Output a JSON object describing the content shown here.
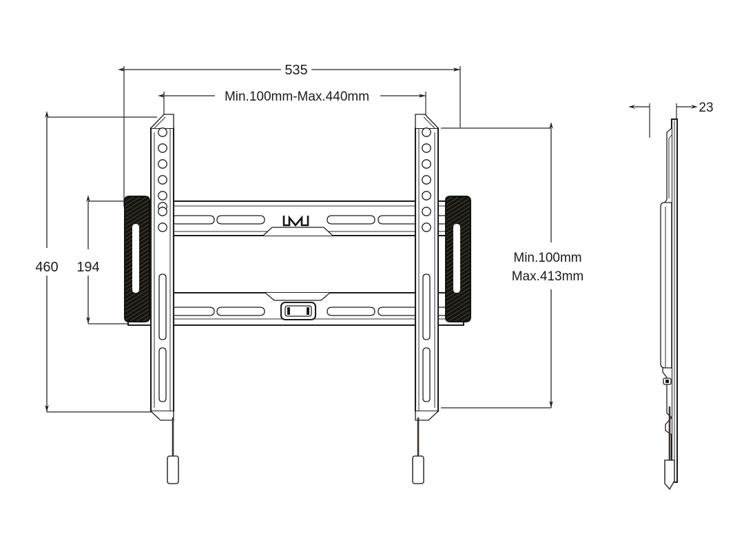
{
  "drawing": {
    "title": "TV Wall Mount Bracket Technical Drawing",
    "units": "mm",
    "background_color": "#ffffff",
    "line_color": "#1b1b1b",
    "pad_color": "#111111"
  },
  "dimensions": {
    "overall_width": "535",
    "vesa_horizontal": "Min.100mm-Max.440mm",
    "overall_height": "460",
    "rail_spacing": "194",
    "vesa_vertical_line1": "Min.100mm",
    "vesa_vertical_line2": "Max.413mm",
    "depth": "23"
  },
  "views": {
    "front": {
      "name": "front-view",
      "arms": 2,
      "hole_count_per_arm": 9,
      "rails": 2
    },
    "side": {
      "name": "side-view",
      "depth_label": "23"
    }
  },
  "features": {
    "logo_mark": "bracket-m-logo",
    "latch": "center-latch",
    "pull_cords": 2
  }
}
